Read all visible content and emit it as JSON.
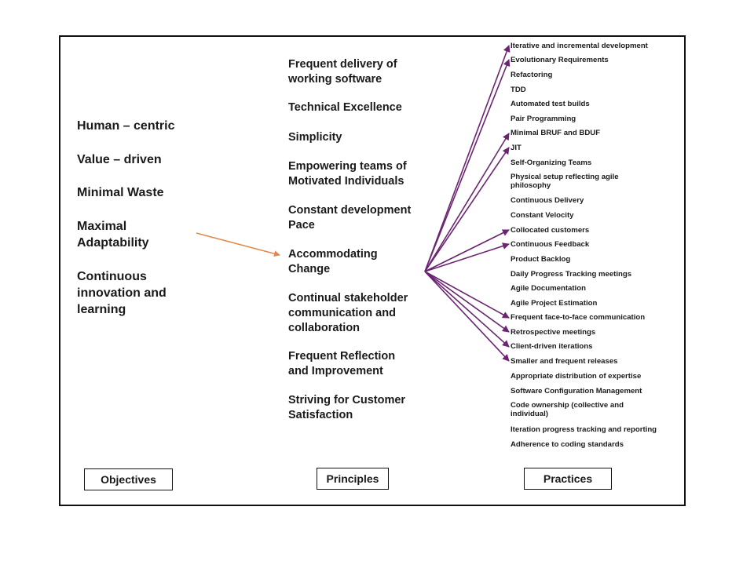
{
  "objectives": [
    "Human – centric",
    "Value – driven",
    "Minimal Waste",
    "Maximal\nAdaptability",
    "Continuous\ninnovation and\nlearning"
  ],
  "principles": [
    "Frequent delivery of\nworking software",
    "Technical Excellence",
    "Simplicity",
    "Empowering teams of\nMotivated Individuals",
    "Constant development\nPace",
    "Accommodating\nChange",
    "Continual stakeholder\ncommunication and\ncollaboration",
    "Frequent Reflection\nand Improvement",
    "Striving for Customer\nSatisfaction"
  ],
  "practices": [
    "Iterative and incremental development",
    "Evolutionary Requirements",
    "Refactoring",
    "TDD",
    "Automated test builds",
    "Pair Programming",
    "Minimal BRUF and BDUF",
    "JIT",
    "Self-Organizing Teams",
    "Physical setup reflecting agile\nphilosophy",
    "Continuous Delivery",
    "Constant Velocity",
    "Collocated customers",
    "Continuous Feedback",
    "Product Backlog",
    "Daily Progress Tracking meetings",
    "Agile Documentation",
    "Agile Project Estimation",
    "Frequent face-to-face communication",
    "Retrospective meetings",
    "Client-driven iterations",
    "Smaller and frequent releases",
    "Appropriate distribution of expertise",
    "Software Configuration Management",
    "Code ownership (collective and\nindividual)",
    "Iteration progress tracking and reporting",
    "Adherence to coding standards"
  ],
  "footer": {
    "objectives_label": "Objectives",
    "principles_label": "Principles",
    "practices_label": "Practices"
  },
  "colors": {
    "orange_arrow": "#e08a4a",
    "purple_arrow": "#6b2472"
  }
}
